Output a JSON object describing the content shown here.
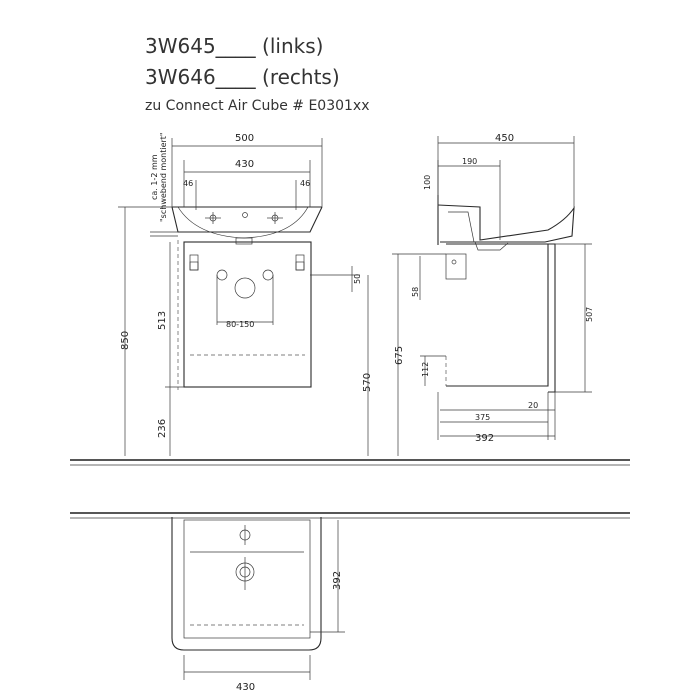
{
  "title": {
    "line1": "3W645____ (links)",
    "line2": "3W646____ (rechts)",
    "line3": "zu Connect Air Cube # E0301xx"
  },
  "front_view": {
    "note_line1": "ca. 1-2 mm",
    "note_line2": "\"schwebend montiert\"",
    "dim_width_top": "500",
    "dim_width_inner": "430",
    "dim_side_left": "46",
    "dim_side_right": "46",
    "dim_total_height": "850",
    "dim_cabinet_height": "513",
    "dim_floor_gap": "236",
    "dim_pipe_spacing": "80-150",
    "dim_drain_offset": "50",
    "dim_height_570": "570"
  },
  "side_view": {
    "dim_depth_total": "450",
    "dim_basin_offset": "190",
    "dim_basin_height": "100",
    "dim_675": "675",
    "dim_58": "58",
    "dim_112": "112",
    "dim_507": "507",
    "dim_20": "20",
    "dim_375": "375",
    "dim_392": "392"
  },
  "top_view": {
    "dim_depth": "392",
    "dim_width": "430"
  },
  "colors": {
    "line": "#2a2a2a",
    "background": "#ffffff"
  }
}
